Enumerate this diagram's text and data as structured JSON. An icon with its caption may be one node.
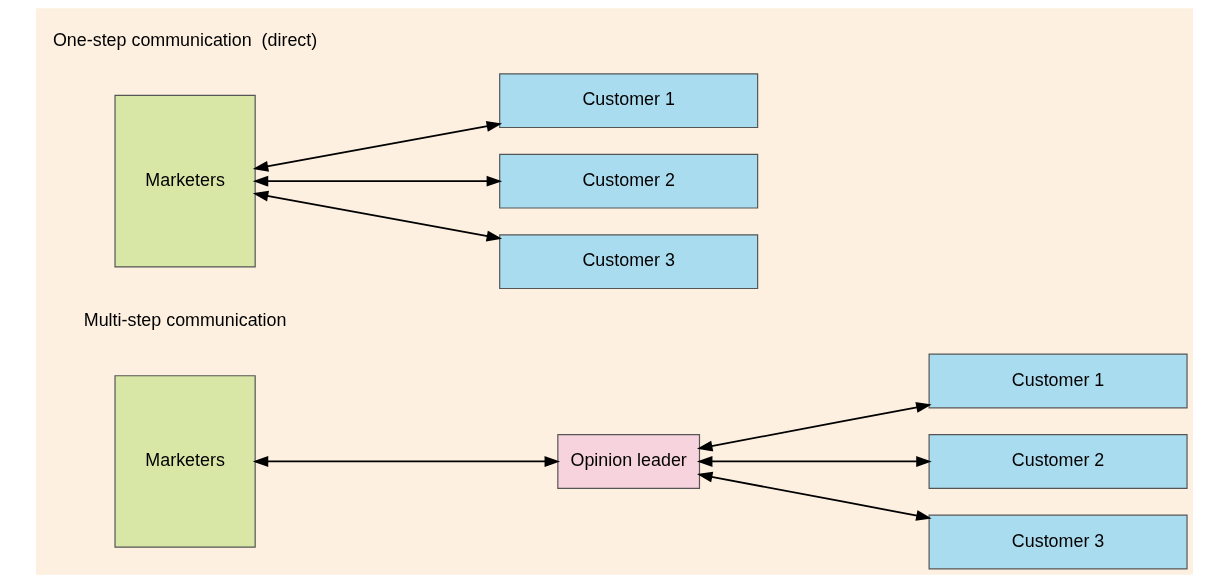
{
  "diagram": {
    "nodes": [
      {
        "text": [
          "Marketers"
        ]
      },
      {
        "text": [
          "Customer 1"
        ]
      },
      {
        "text": [
          "Customer 2"
        ]
      },
      {
        "text": [
          "Customer 3"
        ]
      },
      {
        "text": [
          "Marketers"
        ]
      },
      {
        "text": [
          "Opinion leader"
        ]
      },
      {
        "text": [
          "Customer 1"
        ]
      },
      {
        "text": [
          "Customer 2"
        ]
      },
      {
        "text": [
          "Customer 3"
        ]
      }
    ],
    "edges": [
      {
        "from": 0,
        "to": 1,
        "arrow": "both"
      },
      {
        "from": 0,
        "to": 2,
        "arrow": "both"
      },
      {
        "from": 0,
        "to": 3,
        "arrow": "both"
      },
      {
        "from": 4,
        "to": 5,
        "arrow": "both"
      },
      {
        "from": 5,
        "to": 6,
        "arrow": "both"
      },
      {
        "from": 5,
        "to": 7,
        "arrow": "both"
      },
      {
        "from": 5,
        "to": 8,
        "arrow": "both"
      }
    ],
    "labels": [
      "One-step communication  (direct)",
      "Multi-step communication"
    ]
  }
}
